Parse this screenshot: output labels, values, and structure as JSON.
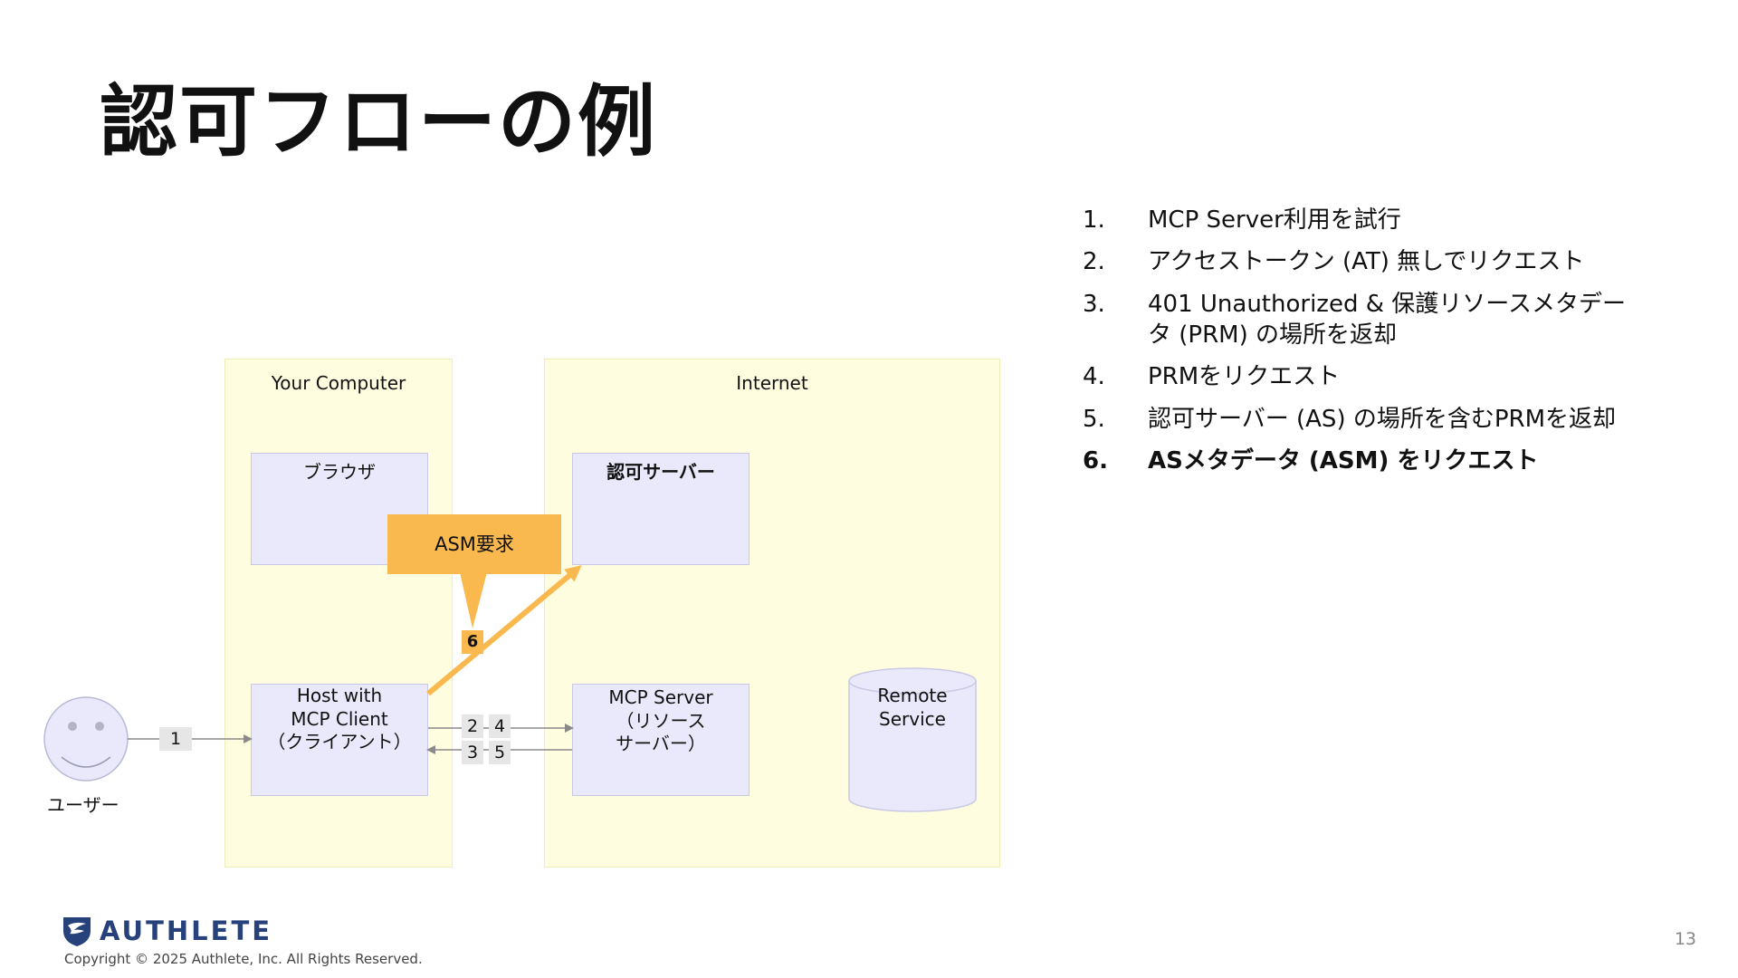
{
  "title": "認可フローの例",
  "diagram": {
    "zones": {
      "your_computer": "Your Computer",
      "internet": "Internet"
    },
    "nodes": {
      "browser": "ブラウザ",
      "auth_server": "認可サーバー",
      "host_client": [
        "Host with",
        "MCP Client",
        "（クライアント）"
      ],
      "mcp_server": [
        "MCP Server",
        "（リソース",
        "サーバー）"
      ],
      "remote_service": [
        "Remote",
        "Service"
      ],
      "user": "ユーザー"
    },
    "edge_labels": {
      "user_to_host": "1",
      "request_2": "2",
      "request_4": "4",
      "response_3": "3",
      "response_5": "5"
    },
    "callout": {
      "text": "ASM要求",
      "step": "6"
    },
    "colors": {
      "zone_fill": "#fffde0",
      "node_fill": "#e9e9fb",
      "highlight": "#f9b94f",
      "arrow_gray": "#8a8a8a"
    }
  },
  "steps": [
    {
      "num": "1.",
      "text": "MCP Server利用を試行"
    },
    {
      "num": "2.",
      "text": "アクセストークン (AT) 無しでリクエスト"
    },
    {
      "num": "3.",
      "text": "401 Unauthorized & 保護リソースメタデータ (PRM) の場所を返却"
    },
    {
      "num": "4.",
      "text": "PRMをリクエスト"
    },
    {
      "num": "5.",
      "text": "認可サーバー (AS) の場所を含むPRMを返却"
    },
    {
      "num": "6.",
      "text": "ASメタデータ (ASM) をリクエスト"
    }
  ],
  "current_step": 6,
  "footer": {
    "brand": "AUTHLETE",
    "logo_icon": "authlete-bird-shield-icon",
    "copyright": "Copyright © 2025 Authlete, Inc. All Rights Reserved.",
    "page_number": "13"
  }
}
